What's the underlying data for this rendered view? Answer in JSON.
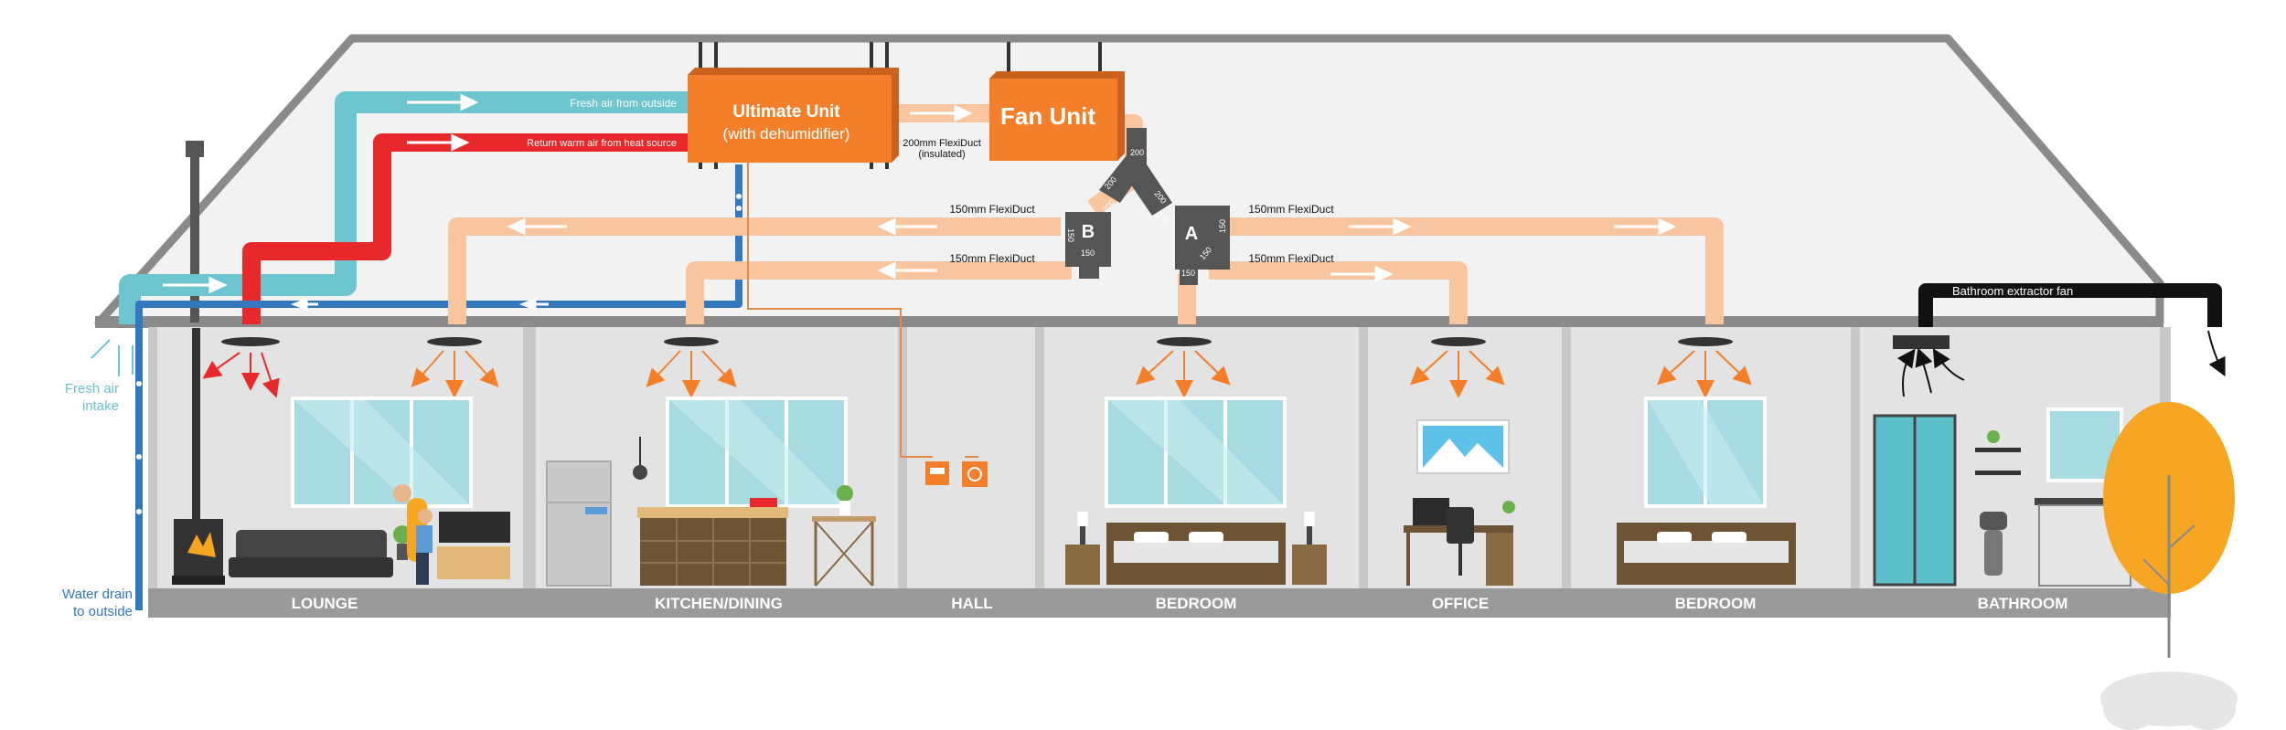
{
  "units": {
    "ultimate_title": "Ultimate Unit",
    "ultimate_sub": "(with dehumidifier)",
    "fan_title": "Fan Unit"
  },
  "flows": {
    "fresh_air_from_outside": "Fresh air from outside",
    "return_warm_air": "Return warm air from heat source",
    "duct_200_line1": "200mm FlexiDuct",
    "duct_200_line2": "(insulated)",
    "duct_150": "150mm FlexiDuct"
  },
  "junctions": {
    "a": "A",
    "b": "B",
    "size_200": "200",
    "size_150": "150"
  },
  "external": {
    "fresh_air_intake_1": "Fresh air",
    "fresh_air_intake_2": "intake",
    "water_drain_1": "Water drain",
    "water_drain_2": "to outside",
    "bathroom_extractor": "Bathroom extractor fan"
  },
  "rooms": [
    "LOUNGE",
    "KITCHEN/DINING",
    "HALL",
    "BEDROOM",
    "OFFICE",
    "BEDROOM",
    "BATHROOM"
  ],
  "colors": {
    "roof": "#8a8a8a",
    "house_fill": "#f2f2f2",
    "room_wall": "#e6e6e6",
    "floor": "#9a9a9a",
    "fresh_duct": "#6cc5cf",
    "warm_duct": "#e8292b",
    "supply_duct": "#f9c59e",
    "unit_orange": "#f37f2b",
    "drain_blue": "#3377bf",
    "junction_grey": "#555555",
    "tree": "#f6a623"
  }
}
